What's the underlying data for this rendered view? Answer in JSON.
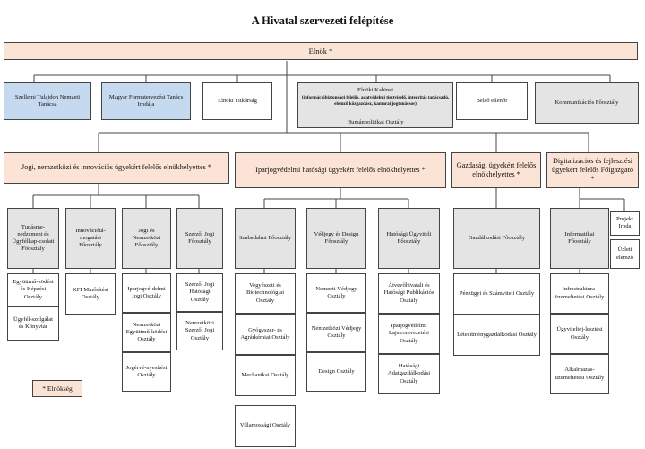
{
  "title": "A Hivatal szervezeti felépítése",
  "legend": "* Elnökség",
  "root": "Elnök *",
  "top_units": {
    "szellemi": "Szellemi Tulajdon Nemzeti Tanácsa",
    "formatervezesi": "Magyar Formatervezési Tanács Irodája",
    "titkarsag": "Elnöki Titkárság",
    "kabinet": {
      "title": "Elnöki Kabinet",
      "subtitle": "(információbiztonsági felelős, adatvédelmi tisztviselő, integritás tanácsadó, elemző közgazdász, kamarai jogtanácsos)",
      "department": "Humánpolitikai Osztály"
    },
    "belso_ellenor": "Belső ellenőr",
    "kommunikacios": "Kommunikációs Főosztály"
  },
  "deputies": {
    "jogi": "Jogi, nemzetközi és innovációs ügyekért felelős elnökhelyettes *",
    "iparjog": "Iparjogvédelmi hatósági ügyekért felelős elnökhelyettes *",
    "gazdasagi": "Gazdasági ügyekért felelős elnökhelyettes *",
    "digitalizacios": "Digitalizációs és fejlesztési ügyekért felelős Főigazgató *"
  },
  "departments": {
    "tudasmenedzsment": "Tudásme-nedzsment és Ügyfélkap-csolati Főosztály",
    "innovacio": "Innovációtá-mogatási Főosztály",
    "jogi_nemzetkozi": "Jogi és Nemzetközi Főosztály",
    "szerzoi": "Szerzői Jogi Főosztály",
    "szabadalmi": "Szabadalmi Főosztály",
    "vedjegy": "Védjegy és Design Főosztály",
    "hatosagi": "Hatósági Ügyviteli Főosztály",
    "gazdalkodasi": "Gazdálkodási Főosztály",
    "informatikai": "Informatikai Főosztály"
  },
  "offices": {
    "projekt": "Projekt Iroda",
    "uzleti": "Üzleti elemző"
  },
  "sections": {
    "egyuttmukodes": "Együttmű-ködési és Képzési Osztály",
    "ugyfelszolgalat": "Ügyfél-szolgálat és Könyvtár",
    "kfi": "KFI Minősítési Osztály",
    "iparjogvedelmi_jogi": "Iparjogvé-delmi Jogi Osztály",
    "nemzetkozi_egyuttm": "Nemzetközi Együttmű-ködési Osztály",
    "jogervenyesitesi": "Jogérvé-nyesítési Osztály",
    "szerzoi_hatosagi": "Szerzői Jogi Hatósági Osztály",
    "nemzetkozi_szerzoi": "Nemzetközi Szerzői Jogi Osztály",
    "vegyeszeti": "Vegyészeti és Biotechnológiai Osztály",
    "gyogyszer": "Gyógyszer- és Agrárkémiai Osztály",
    "mechanikai": "Mechanikai Osztály",
    "villamossagi": "Villamossági Osztály",
    "nemzeti_vedjegy": "Nemzeti Védjegy Osztály",
    "nemzetkozi_vedjegy": "Nemzetközi Védjegy Osztály",
    "design": "Design Osztály",
    "atvevohivatali": "Átvevőhivatali és Hatósági Publikációs Osztály",
    "lajstrom": "Iparjogvédelmi Lajstromvezetési Osztály",
    "adatgazdalkodasi": "Hatósági Adatgazdálkodási Osztály",
    "penzugyi": "Pénzügyi és Számviteli Osztály",
    "letesitmeny": "Létesítménygazdálkodási Osztály",
    "infrastruktura": "Infrastruktúra-üzemeltetési Osztály",
    "ugyfelkiszolgalo": "Ügyviteltej-lesztési Osztály",
    "alkalmazas": "Alkalmazás-üzemeltetési Osztály"
  }
}
